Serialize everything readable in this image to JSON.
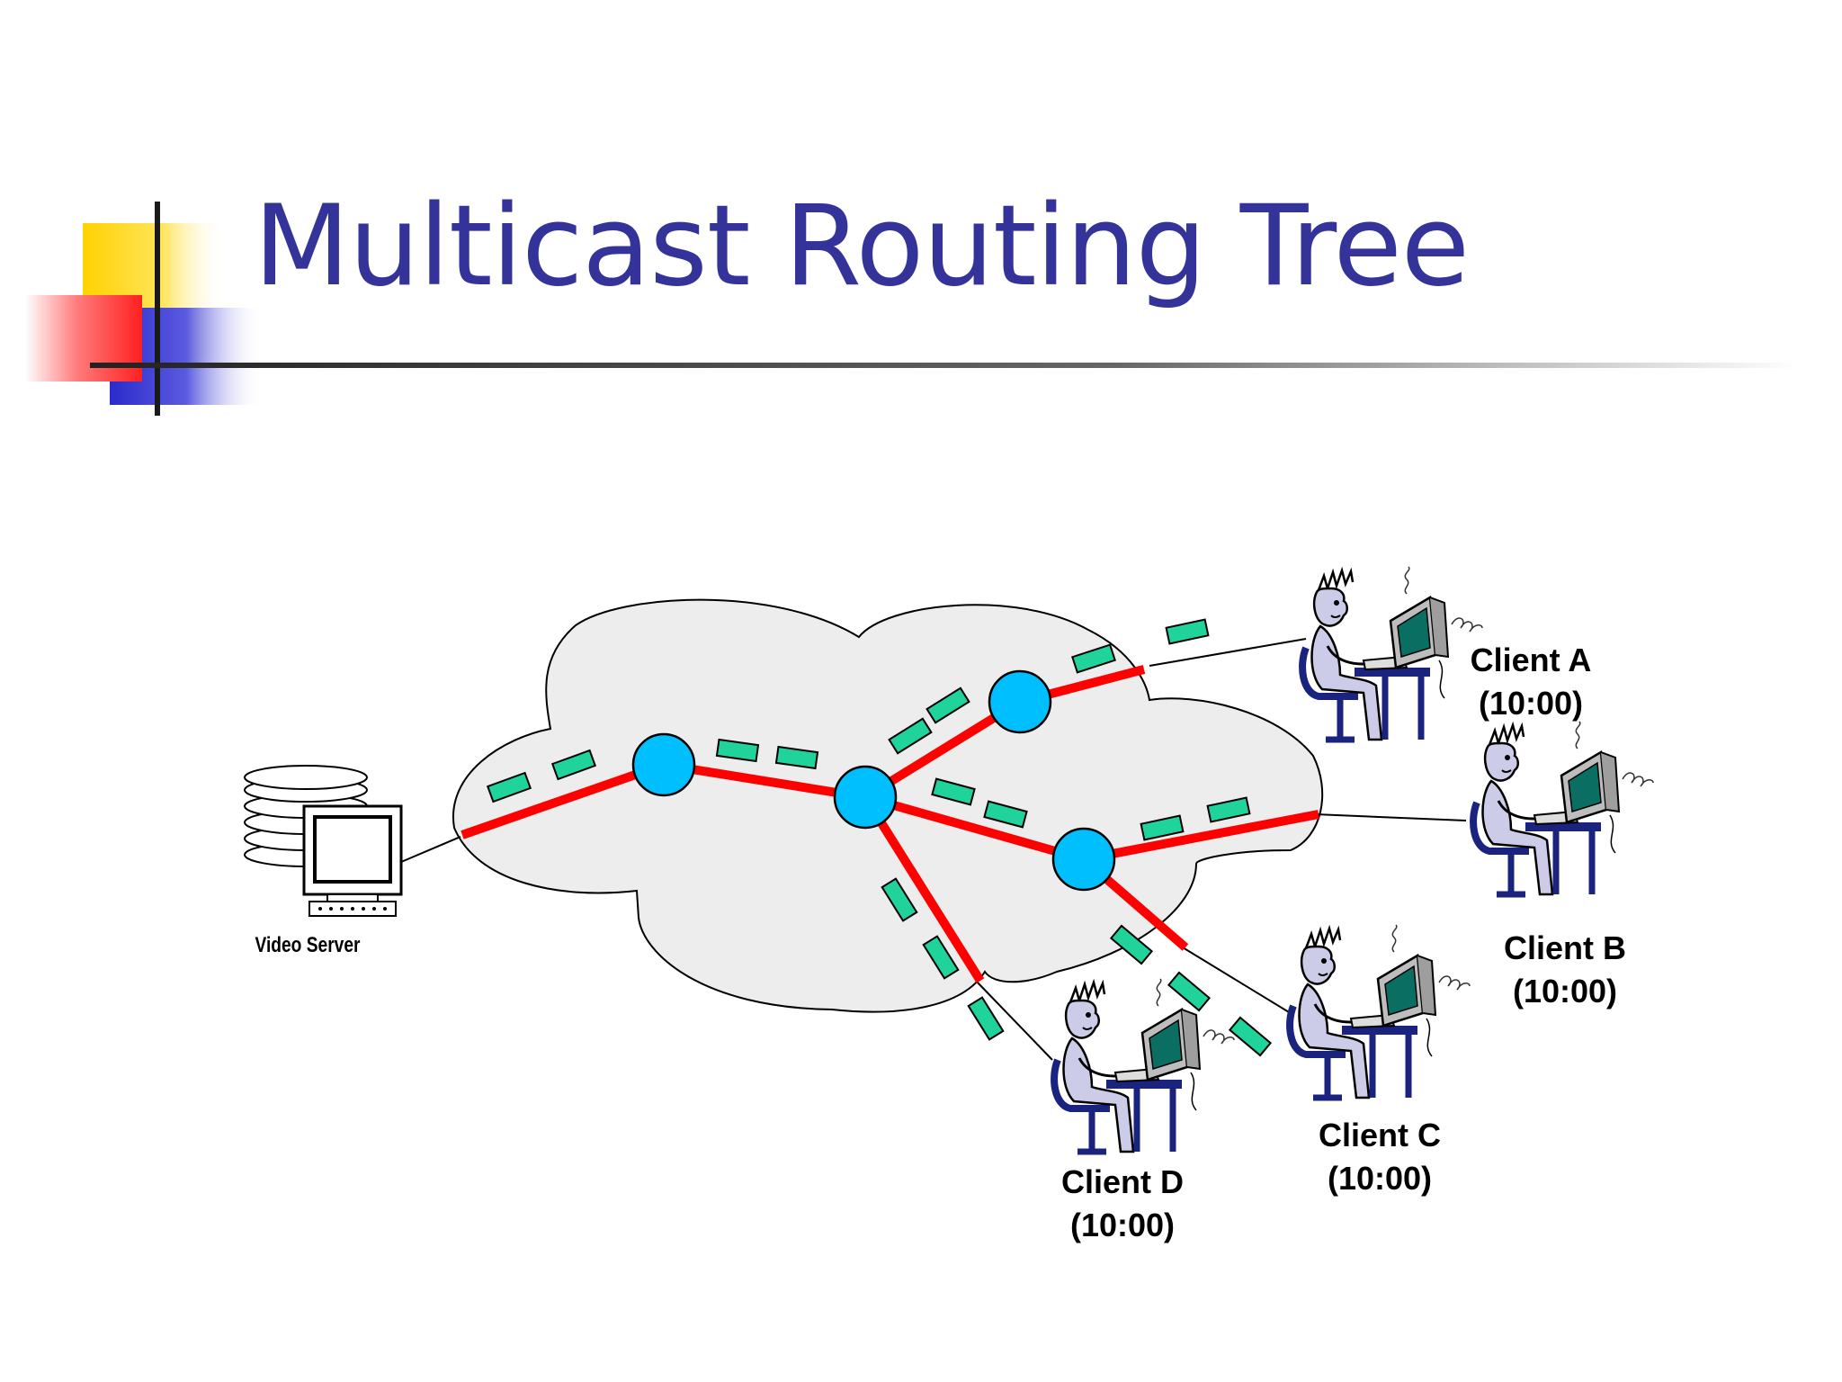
{
  "slide": {
    "title": "Multicast Routing Tree",
    "colors": {
      "title": "#333399",
      "tree_link": "#ff0000",
      "packet": "#1fd39a",
      "router": "#00bfff",
      "cloud": "#ededed"
    }
  },
  "diagram": {
    "server": {
      "label": "Video Server",
      "icon": "video-server-icon"
    },
    "clients": [
      {
        "id": "A",
        "name": "Client A",
        "time": "(10:00)",
        "icon": "user-at-computer-icon"
      },
      {
        "id": "B",
        "name": "Client B",
        "time": "(10:00)",
        "icon": "user-at-computer-icon"
      },
      {
        "id": "C",
        "name": "Client C",
        "time": "(10:00)",
        "icon": "user-at-computer-icon"
      },
      {
        "id": "D",
        "name": "Client D",
        "time": "(10:00)",
        "icon": "user-at-computer-icon"
      }
    ]
  }
}
